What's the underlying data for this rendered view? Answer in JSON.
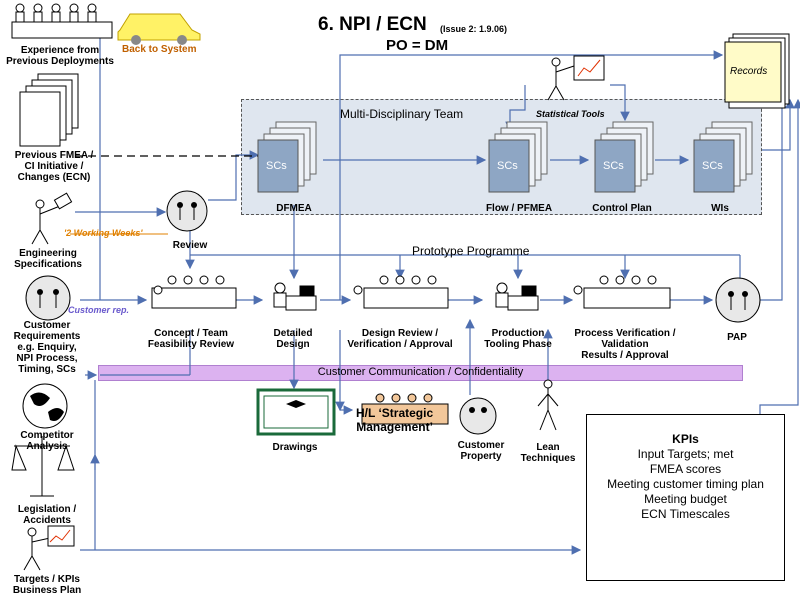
{
  "header": {
    "title": "6. NPI / ECN",
    "issue": "(Issue 2: 1.9.06)",
    "subtitle": "PO = DM",
    "back_button": "Back to System"
  },
  "left_inputs": [
    {
      "label": "Experience from\nPrevious Deployments",
      "icon": "meeting-team-icon"
    },
    {
      "label": "Previous FMEA /\nCI Initiative /\nChanges (ECN)",
      "icon": "document-stack-icon"
    },
    {
      "label": "Engineering\nSpecifications",
      "icon": "person-presenting-icon"
    },
    {
      "label": "Customer\nRequirements\ne.g. Enquiry,\nNPI Process,\nTiming, SCs",
      "icon": "globe-people-icon"
    },
    {
      "label": "Competitor\nAnalysis",
      "icon": "globe-icon"
    },
    {
      "label": "Legislation /\nAccidents",
      "icon": "scales-icon"
    },
    {
      "label": "Targets / KPIs\nBusiness Plan",
      "icon": "chart-presenter-icon"
    }
  ],
  "team": {
    "label": "Multi-Disciplinary Team",
    "statistical_tools": "Statistical Tools",
    "sc_text": "SCs",
    "docs": [
      "DFMEA",
      "Flow / PFMEA",
      "Control Plan",
      "WIs"
    ]
  },
  "review": "Review",
  "working_weeks": "'2 Working Weeks'",
  "customer_rep": "Customer rep.",
  "prototype": "Prototype Programme",
  "process_steps": [
    "Concept / Team\nFeasibility Review",
    "Detailed\nDesign",
    "Design Review /\nVerification / Approval",
    "Production\nTooling Phase",
    "Process Verification /\nValidation\nResults / Approval",
    "PAP"
  ],
  "communication_bar": "Customer Communication / Confidentiality",
  "bottom_items": {
    "drawings": "Drawings",
    "management": "H/L ‘Strategic\nManagement’",
    "customer_property": "Customer\nProperty",
    "lean": "Lean\nTechniques"
  },
  "records": "Records",
  "kpis": {
    "title": "KPIs",
    "items": [
      "Input Targets; met",
      "FMEA scores",
      "Meeting customer timing plan",
      "Meeting budget",
      "ECN Timescales"
    ]
  },
  "colors": {
    "arrow": "#4f6fb0",
    "team_box": "#dfe6ef",
    "comm_bar": "#dcb2f0",
    "working_weeks": "#e08000",
    "customer_rep": "#6a5acd",
    "back_button": "#c06000",
    "sc_doc": "#8ea6c4"
  }
}
